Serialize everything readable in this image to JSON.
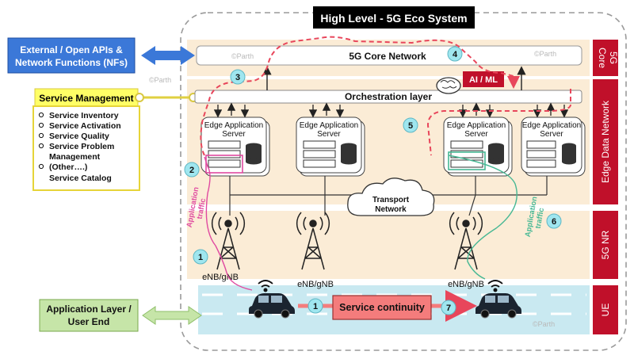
{
  "title": "High Level - 5G Eco System",
  "external_apis": {
    "line1": "External / Open APIs &",
    "line2": "Network Functions (NFs)"
  },
  "service_management": {
    "title": "Service Management",
    "items": [
      "Service Inventory",
      "Service Activation",
      "Service Quality",
      "Service Problem",
      "Management",
      "(Other….)",
      "Service Catalog"
    ]
  },
  "app_layer": {
    "line1": "Application Layer /",
    "line2": "User End"
  },
  "core_network": "5G Core Network",
  "orchestration": "Orchestration layer",
  "ai_ml": "AI / ML",
  "edge_server": {
    "line1": "Edge Application",
    "line2": "Server"
  },
  "transport": {
    "line1": "Transport",
    "line2": "Network"
  },
  "enb_label": "eNB/gNB",
  "app_traffic": {
    "line1": "Application",
    "line2": "traffic"
  },
  "service_continuity": "Service continuity",
  "watermark": "©Parth",
  "side_labels": {
    "core": [
      "5G",
      "Core"
    ],
    "edge": "Edge Data Network",
    "nr": "5G NR",
    "ue": "UE"
  },
  "steps": [
    "1",
    "2",
    "3",
    "4",
    "5",
    "6",
    "1",
    "7"
  ],
  "colors": {
    "band": "#fbecd6",
    "label_red": "#c0102a",
    "api_blue": "#3b78d8",
    "sm_yellow": "#ffff66",
    "app_green": "#c6e5a8",
    "continuity": "#f47c7c",
    "step": "#9fe6ef",
    "road": "#c9e9f1"
  }
}
